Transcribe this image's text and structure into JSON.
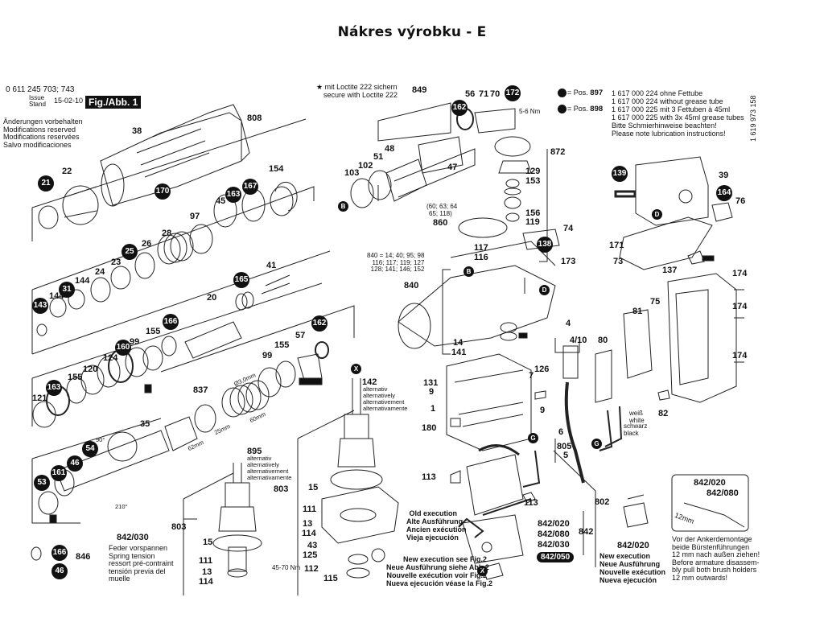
{
  "page_title": "Nákres výrobku - E",
  "header": {
    "part_numbers": "0 611 245 703; 743",
    "issue_label_1": "Issue",
    "issue_label_2": "Stand",
    "issue_date": "15-02-10",
    "figure_label": "Fig./Abb. 1",
    "modifications": [
      "Änderungen vorbehalten",
      "Modifications reserved",
      "Modifications reservées",
      "Salvo modificaciones"
    ]
  },
  "loctite_note": [
    "★ mit Loctite 222 sichern",
    "secure with Loctite 222"
  ],
  "grease_legend": {
    "rows": [
      {
        "pos_prefix": "= Pos.",
        "pos": "897",
        "text": "1 617 000 224 ohne Fettube"
      },
      {
        "pos_prefix": "",
        "pos": "",
        "text": "1 617 000 224 without grease tube"
      },
      {
        "pos_prefix": "= Pos.",
        "pos": "898",
        "text": "1 617 000 225 mit 3 Fettuben à 45ml"
      },
      {
        "pos_prefix": "",
        "pos": "",
        "text": "1 617 000 225 with 3x 45ml grease tubes"
      },
      {
        "pos_prefix": "",
        "pos": "",
        "text": "Bitte Schmierhinweise beachten!"
      },
      {
        "pos_prefix": "",
        "pos": "",
        "text": "Please note lubrication instructions!"
      }
    ],
    "document_number": "1 619 973 158"
  },
  "part_labels": {
    "p38": "38",
    "p808": "808",
    "p22": "22",
    "p154": "154",
    "p45": "45",
    "p97": "97",
    "p28": "28",
    "p26": "26",
    "p23": "23",
    "p24": "24",
    "p144a": "144",
    "p144b": "144",
    "p41": "41",
    "p20": "20",
    "p155a": "155",
    "p99a": "99",
    "p124": "124",
    "p120": "120",
    "p155b": "155",
    "p121": "121",
    "p57": "57",
    "p155c": "155",
    "p99b": "99",
    "p837": "837",
    "p35": "35",
    "p846": "846",
    "p849": "849",
    "p56": "56",
    "p71": "71",
    "p70": "70",
    "p47": "47",
    "p48": "48",
    "p51": "51",
    "p102": "102",
    "p103": "103",
    "p872": "872",
    "p129": "129",
    "p153": "153",
    "p156": "156",
    "p119": "119",
    "p860": "860",
    "p117": "117",
    "p116": "116",
    "p840": "840",
    "p74": "74",
    "p173": "173",
    "p14": "14",
    "p141": "141",
    "p131": "131",
    "p9a": "9",
    "p1": "1",
    "p9b": "9",
    "p180": "180",
    "p7": "7",
    "p126": "126",
    "p142": "142",
    "p895": "895",
    "p803a": "803",
    "p15a": "15",
    "p111a": "111",
    "p13a": "13",
    "p114a": "114",
    "p803b": "803",
    "p15b": "15",
    "p111b": "111",
    "p13b": "13",
    "p114b": "114",
    "p43": "43",
    "p125": "125",
    "p112": "112",
    "p115": "115",
    "p113a": "113",
    "p113b": "113",
    "p802": "802",
    "p842": "842",
    "p4": "4",
    "p4_10": "4/10",
    "p80": "80",
    "p6": "6",
    "p805": "805",
    "p5": "5",
    "p81": "81",
    "p75": "75",
    "p82": "82",
    "p174a": "174",
    "p174b": "174",
    "p174c": "174",
    "p39": "39",
    "p76": "76",
    "p171": "171",
    "p73": "73",
    "p137": "137",
    "p842_020": "842/020",
    "p842_080": "842/080",
    "p842_030": "842/030",
    "p842_020b": "842/020",
    "p842_030b": "842/030",
    "p842_020c": "842/020",
    "p842_080c": "842/080"
  },
  "badges": {
    "b21": "21",
    "b170": "170",
    "b163a": "163",
    "b167": "167",
    "b25": "25",
    "b31": "31",
    "b143": "143",
    "b165": "165",
    "b166a": "166",
    "b160": "160",
    "b162a": "162",
    "b163b": "163",
    "b54": "54",
    "b46a": "46",
    "b161": "161",
    "b53": "53",
    "b166b": "166",
    "b46b": "46",
    "b162b": "162",
    "b172": "172",
    "b138": "138",
    "b139": "139",
    "b164": "164"
  },
  "letter_markers": {
    "B1": "B",
    "B2": "B",
    "D1": "D",
    "D2": "D",
    "X1": "X",
    "X2": "X",
    "G1": "G",
    "G2": "G"
  },
  "notes": {
    "torque_1": "5-6 Nm",
    "torque_2": "45-70 Nm",
    "gear_subset": [
      "(60; 63; 64",
      "65; 118)"
    ],
    "p840_kit": [
      "840 = 14; 40; 95; 98",
      "116; 117; 119; 127",
      "128; 141; 146; 152"
    ],
    "alternative_142": [
      "alternativ",
      "alternatively",
      "alternativement",
      "alternativamente"
    ],
    "alternative_895": [
      "alternativ",
      "alternatively",
      "alternativement",
      "alternativamente"
    ],
    "dim_3mm": "Ø3,0mm",
    "dim_60mm": "60mm",
    "dim_25mm": "25mm",
    "dim_62mm": "62mm",
    "angle_90": "90°",
    "angle_210": "210°",
    "spring_tension": [
      "Feder vorspannen",
      "Spring tension",
      "ressort pré-contraint",
      "tensión previa del",
      "muelle"
    ],
    "old_execution": [
      "Old execution",
      "Alte Ausführung",
      "Ancien exécution",
      "Vieja ejecución"
    ],
    "new_execution_fig2": [
      "New execution see Fig.2",
      "Neue Ausführung siehe Abb.2",
      "Nouvelle exécution voir Fig.2",
      "Nueva ejecución véase la Fig.2"
    ],
    "new_execution": [
      "New execution",
      "Neue Ausführung",
      "Nouvelle exécution",
      "Nueva ejecución"
    ],
    "wire_white": [
      "weiß",
      "white"
    ],
    "wire_black": [
      "schwarz",
      "black"
    ],
    "brush_note": [
      "Vor der Ankerdemontage",
      "beide Bürstenführungen",
      "12 mm nach außen ziehen!",
      "Before armature disassem-",
      "bly pull both brush holders",
      "12 mm outwards!"
    ],
    "dim_12mm": "12mm",
    "p842_050": "842/050"
  }
}
